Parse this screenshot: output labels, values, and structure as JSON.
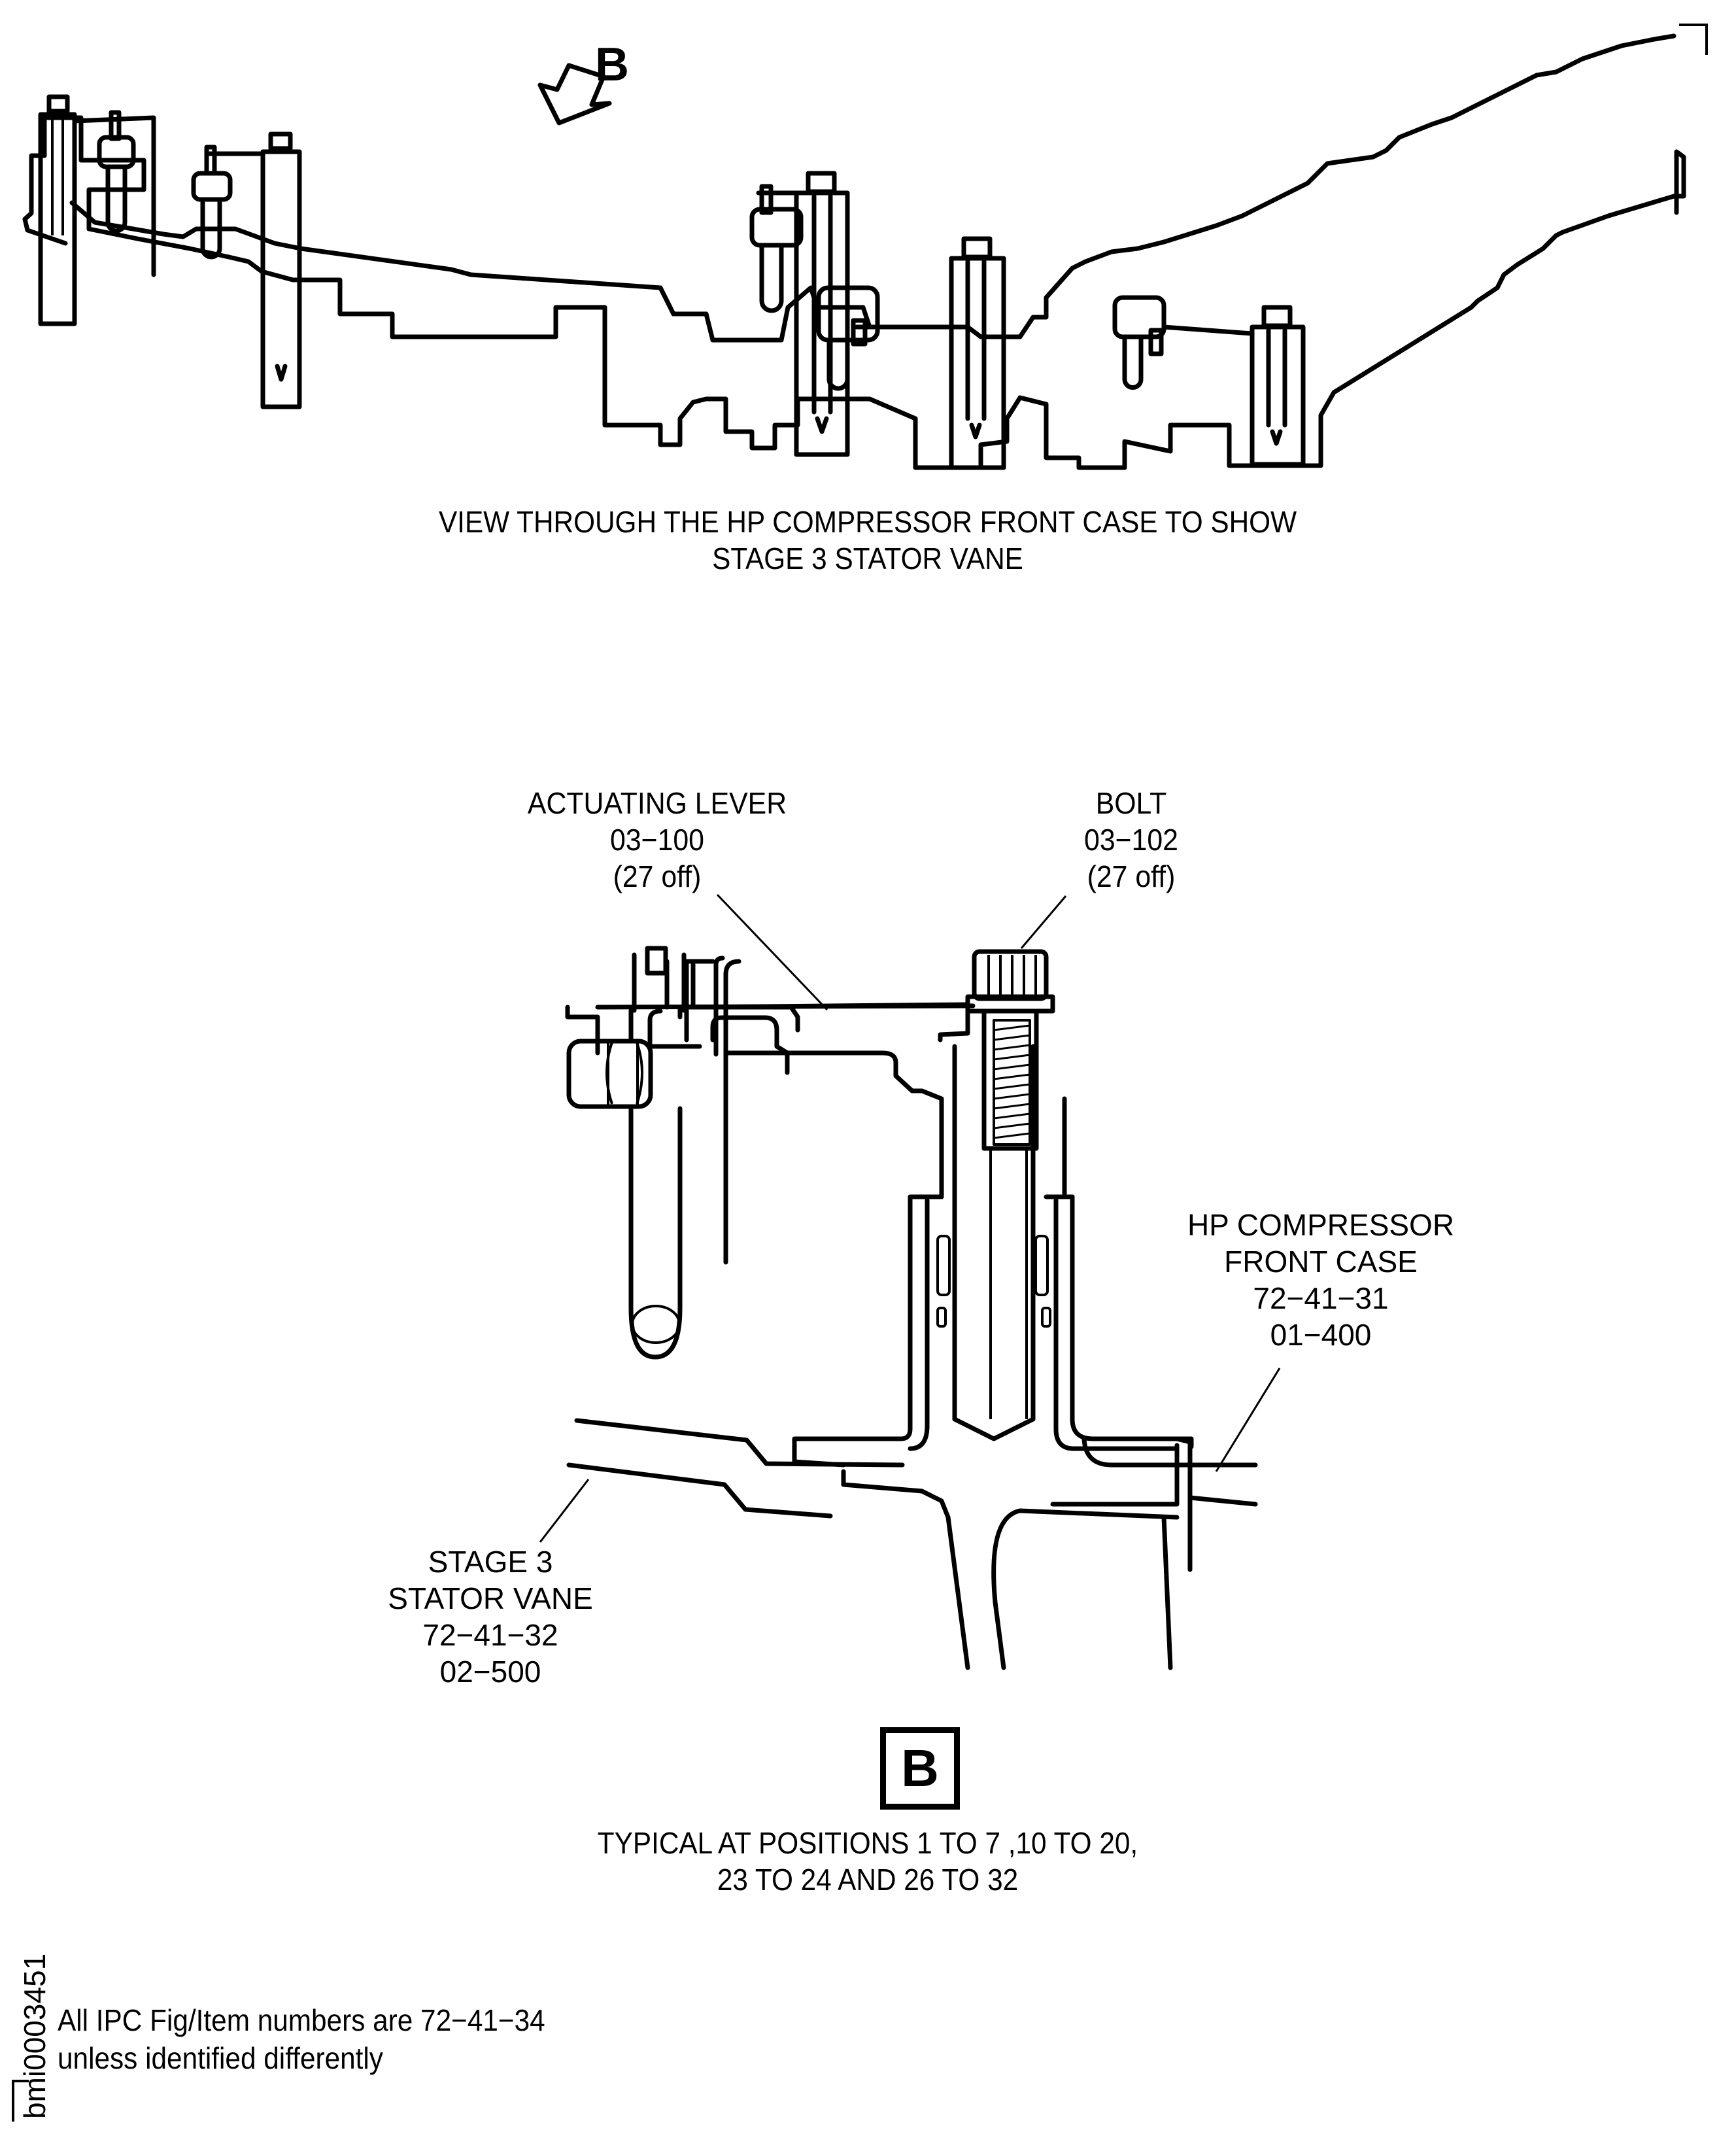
{
  "document": {
    "figure_id": "bmi0003451",
    "note_lines": [
      "All IPC Fig/Item numbers are 72−41−34",
      "unless identified differently"
    ]
  },
  "top_view": {
    "view_marker": "B",
    "caption_lines": [
      "VIEW THROUGH THE HP COMPRESSOR FRONT CASE TO SHOW",
      "STAGE 3 STATOR VANE"
    ]
  },
  "detail_view": {
    "view_label": "B",
    "caption_lines": [
      "TYPICAL AT POSITIONS 1 TO 7 ,10 TO 20,",
      "23 TO 24 AND 26 TO 32"
    ],
    "callouts": [
      {
        "id": "actuating-lever",
        "lines": [
          "ACTUATING LEVER",
          "03−100",
          "(27 off)"
        ]
      },
      {
        "id": "bolt",
        "lines": [
          "BOLT",
          "03−102",
          "(27 off)"
        ]
      },
      {
        "id": "hp-compressor-front-case",
        "lines": [
          "HP COMPRESSOR",
          "FRONT CASE",
          "72−41−31",
          "01−400"
        ]
      },
      {
        "id": "stage-3-stator-vane",
        "lines": [
          "STAGE 3",
          "STATOR VANE",
          "72−41−32",
          "02−500"
        ]
      }
    ]
  }
}
